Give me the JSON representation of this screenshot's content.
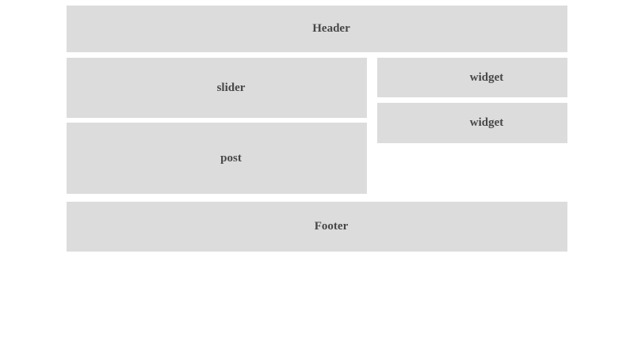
{
  "header": {
    "label": "Header"
  },
  "content": {
    "slider_label": "slider",
    "post_label": "post"
  },
  "sidebar": {
    "widgets": [
      {
        "label": "widget"
      },
      {
        "label": "widget"
      }
    ]
  },
  "footer": {
    "label": "Footer"
  },
  "colors": {
    "block_bg": "#dcdcdc",
    "text_color": "#474747",
    "page_bg": "#ffffff"
  }
}
